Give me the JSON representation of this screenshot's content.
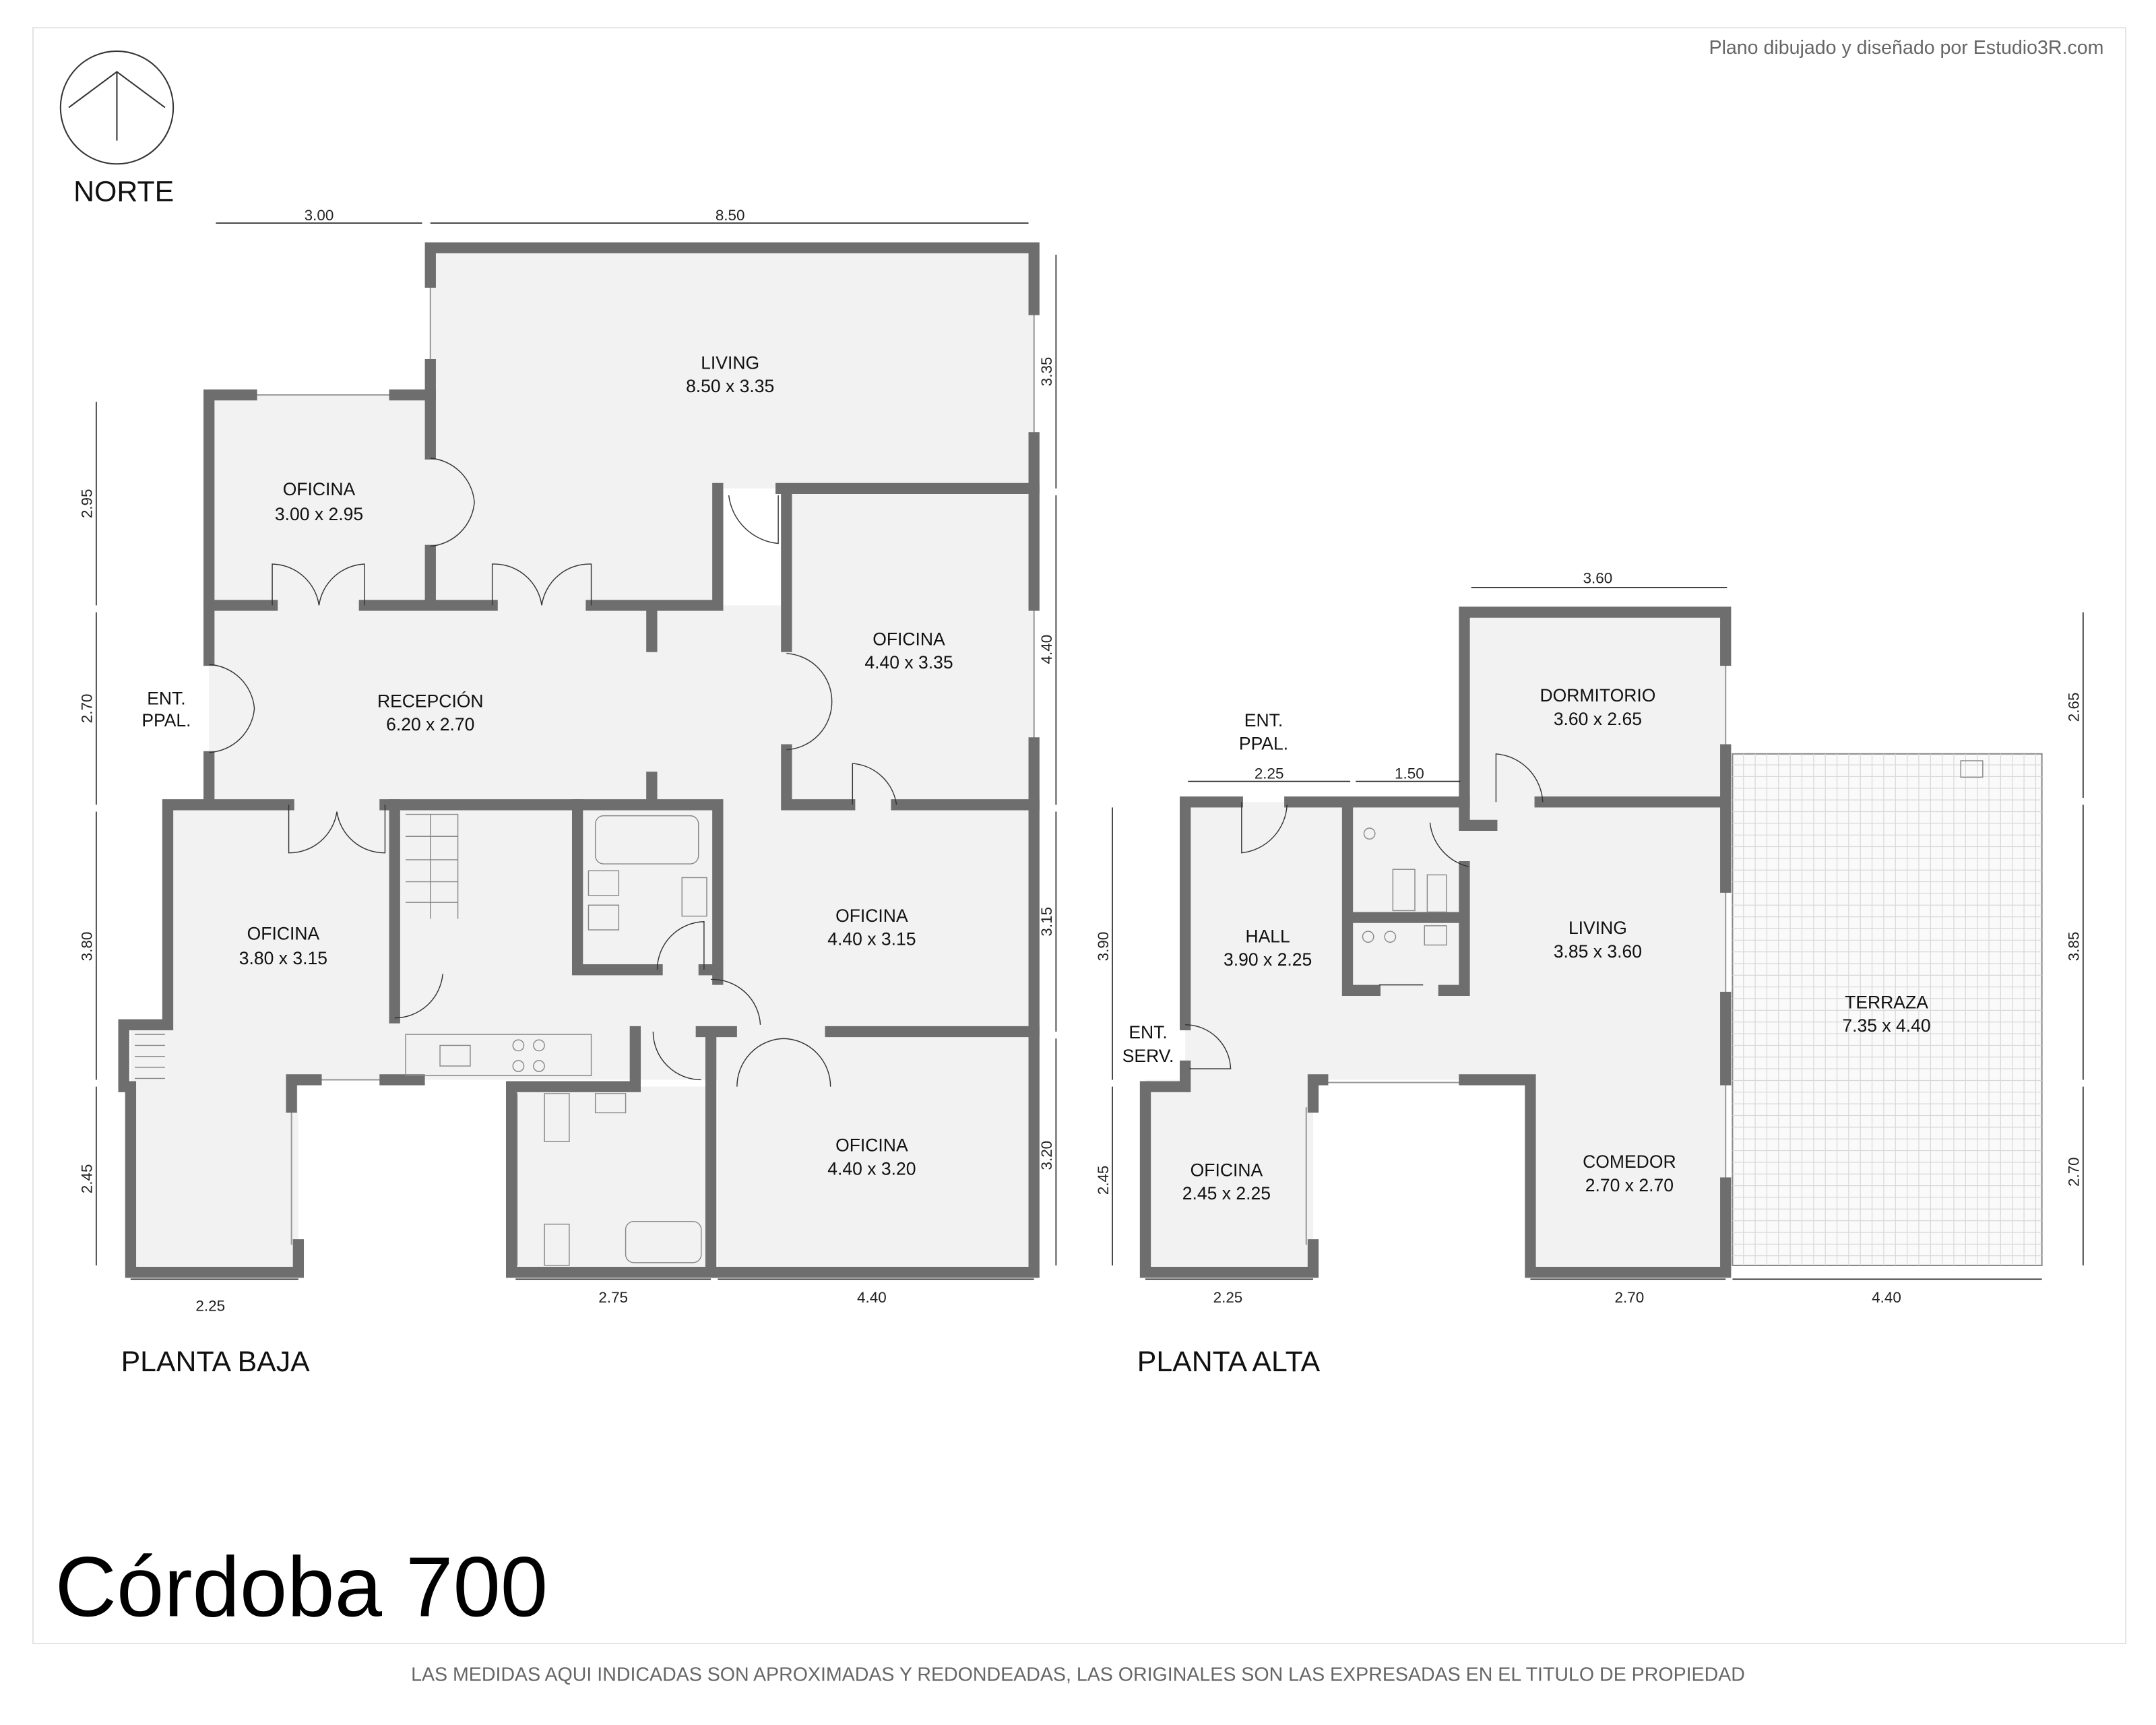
{
  "credit": "Plano dibujado y diseñado por Estudio3R.com",
  "north_label": "NORTE",
  "title": "Córdoba 700",
  "disclaimer": "LAS MEDIDAS AQUI INDICADAS SON APROXIMADAS Y REDONDEADAS, LAS ORIGINALES SON LAS EXPRESADAS EN EL TITULO DE PROPIEDAD",
  "planta_baja": {
    "title": "PLANTA BAJA",
    "rooms": [
      {
        "name": "LIVING",
        "dims": "8.50 x 3.35"
      },
      {
        "name": "OFICINA",
        "dims": "3.00 x 2.95"
      },
      {
        "name": "RECEPCIÓN",
        "dims": "6.20 x 2.70"
      },
      {
        "name": "OFICINA",
        "dims": "4.40 x 3.35"
      },
      {
        "name": "OFICINA",
        "dims": "3.80 x 3.15"
      },
      {
        "name": "OFICINA",
        "dims": "4.40 x 3.15"
      },
      {
        "name": "OFICINA",
        "dims": "4.40 x 3.20"
      }
    ],
    "entrance": [
      "ENT.",
      "PPAL."
    ],
    "dims_top": [
      "3.00",
      "8.50"
    ],
    "dims_right": [
      "3.35",
      "4.40",
      "3.15",
      "3.20"
    ],
    "dims_left": [
      "2.95",
      "2.70",
      "3.80",
      "2.45"
    ],
    "dims_bottom": [
      "2.25",
      "2.75",
      "4.40"
    ]
  },
  "planta_alta": {
    "title": "PLANTA ALTA",
    "rooms": [
      {
        "name": "DORMITORIO",
        "dims": "3.60 x 2.65"
      },
      {
        "name": "HALL",
        "dims": "3.90 x 2.25"
      },
      {
        "name": "LIVING",
        "dims": "3.85 x 3.60"
      },
      {
        "name": "TERRAZA",
        "dims": "7.35 x 4.40"
      },
      {
        "name": "OFICINA",
        "dims": "2.45 x 2.25"
      },
      {
        "name": "COMEDOR",
        "dims": "2.70 x 2.70"
      }
    ],
    "entrance_main": [
      "ENT.",
      "PPAL."
    ],
    "entrance_service": [
      "ENT.",
      "SERV."
    ],
    "dims_top": [
      "3.60",
      "2.25",
      "1.50"
    ],
    "dims_left": [
      "3.90",
      "2.45"
    ],
    "dims_right": [
      "2.65",
      "3.85",
      "2.70"
    ],
    "dims_bottom": [
      "2.25",
      "2.70",
      "4.40"
    ]
  }
}
